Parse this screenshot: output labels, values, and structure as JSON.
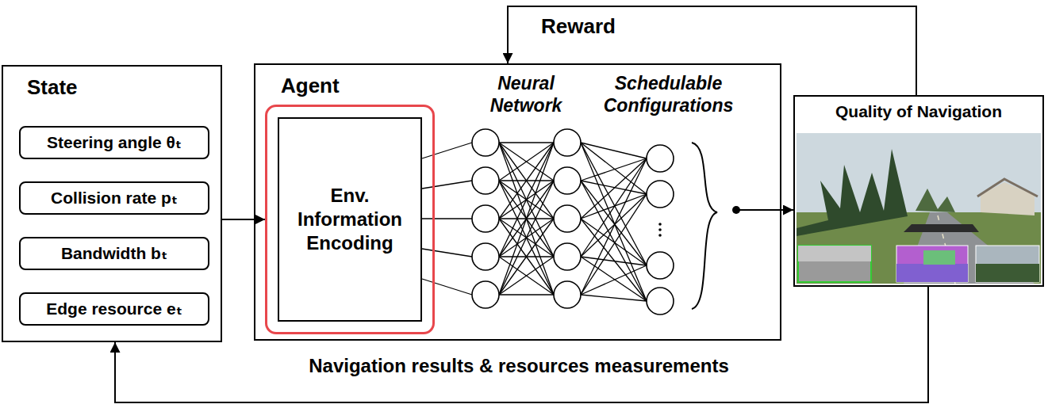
{
  "diagram": {
    "nodes": [
      {
        "text": [
          "State"
        ]
      },
      {
        "text": [
          "Steering angle θₜ"
        ],
        "in": 0
      },
      {
        "text": [
          "Collision rate pₜ"
        ],
        "in": 0
      },
      {
        "text": [
          "Bandwidth bₜ"
        ],
        "in": 0
      },
      {
        "text": [
          "Edge resource eₜ"
        ],
        "in": 0
      },
      {
        "text": [
          "Agent"
        ]
      },
      {
        "text": [
          "Env. Information Encoding"
        ],
        "in": 5
      },
      {
        "text": [
          "Quality of Navigation"
        ]
      }
    ],
    "edges": [
      {
        "from": 0,
        "to": 6,
        "arrow": "to"
      },
      {
        "from": 5,
        "to": 7,
        "arrow": "to"
      },
      {
        "from": 7,
        "to": 5,
        "label": "Reward",
        "arrow": "to"
      },
      {
        "from": 7,
        "to": 0,
        "label": "Navigation results & resources measurements",
        "arrow": "to"
      }
    ],
    "labels": [
      "Neural Network",
      "Schedulable Configurations"
    ]
  }
}
